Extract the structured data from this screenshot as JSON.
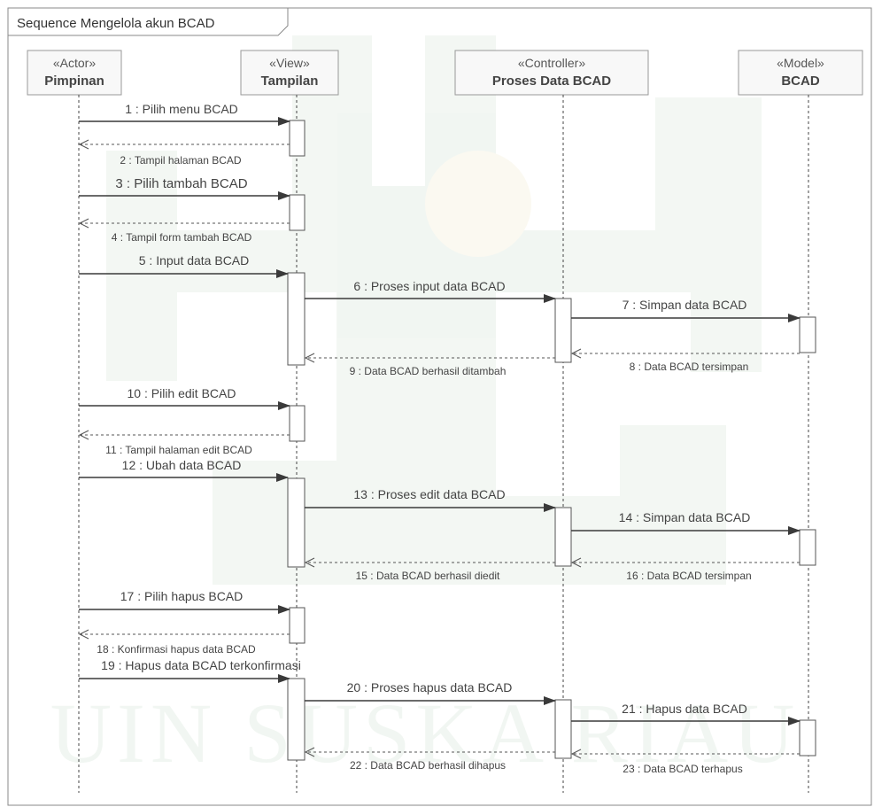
{
  "frame": {
    "title": "Sequence Mengelola akun BCAD"
  },
  "watermark": {
    "text": "UIN SUSKA RIAU"
  },
  "lifelines": [
    {
      "id": "pimpinan",
      "stereotype": "«Actor»",
      "name": "Pimpinan"
    },
    {
      "id": "tampilan",
      "stereotype": "«View»",
      "name": "Tampilan"
    },
    {
      "id": "proses",
      "stereotype": "«Controller»",
      "name": "Proses Data BCAD"
    },
    {
      "id": "bcad",
      "stereotype": "«Model»",
      "name": "BCAD"
    }
  ],
  "messages": [
    {
      "label": "1 : Pilih menu BCAD",
      "from": "pimpinan",
      "to": "tampilan",
      "kind": "call"
    },
    {
      "label": "2 : Tampil halaman BCAD",
      "from": "tampilan",
      "to": "pimpinan",
      "kind": "return"
    },
    {
      "label": "3 : Pilih tambah BCAD",
      "from": "pimpinan",
      "to": "tampilan",
      "kind": "call"
    },
    {
      "label": "4 : Tampil form tambah BCAD",
      "from": "tampilan",
      "to": "pimpinan",
      "kind": "return"
    },
    {
      "label": "5 : Input data BCAD",
      "from": "pimpinan",
      "to": "tampilan",
      "kind": "call"
    },
    {
      "label": "6 : Proses input data BCAD",
      "from": "tampilan",
      "to": "proses",
      "kind": "call"
    },
    {
      "label": "7 : Simpan data BCAD",
      "from": "proses",
      "to": "bcad",
      "kind": "call"
    },
    {
      "label": "8 : Data BCAD tersimpan",
      "from": "bcad",
      "to": "proses",
      "kind": "return"
    },
    {
      "label": "9 : Data BCAD berhasil ditambah",
      "from": "proses",
      "to": "tampilan",
      "kind": "return"
    },
    {
      "label": "10 : Pilih edit BCAD",
      "from": "pimpinan",
      "to": "tampilan",
      "kind": "call"
    },
    {
      "label": "11 : Tampil halaman edit BCAD",
      "from": "tampilan",
      "to": "pimpinan",
      "kind": "return"
    },
    {
      "label": "12 : Ubah data BCAD",
      "from": "pimpinan",
      "to": "tampilan",
      "kind": "call"
    },
    {
      "label": "13 : Proses edit data BCAD",
      "from": "tampilan",
      "to": "proses",
      "kind": "call"
    },
    {
      "label": "14 : Simpan data BCAD",
      "from": "proses",
      "to": "bcad",
      "kind": "call"
    },
    {
      "label": "15 : Data BCAD berhasil diedit",
      "from": "proses",
      "to": "tampilan",
      "kind": "return"
    },
    {
      "label": "16 : Data BCAD tersimpan",
      "from": "bcad",
      "to": "proses",
      "kind": "return"
    },
    {
      "label": "17 : Pilih hapus BCAD",
      "from": "pimpinan",
      "to": "tampilan",
      "kind": "call"
    },
    {
      "label": "18 : Konfirmasi hapus data BCAD",
      "from": "tampilan",
      "to": "pimpinan",
      "kind": "return"
    },
    {
      "label": "19 : Hapus data BCAD terkonfirmasi",
      "from": "pimpinan",
      "to": "tampilan",
      "kind": "call"
    },
    {
      "label": "20 : Proses hapus data BCAD",
      "from": "tampilan",
      "to": "proses",
      "kind": "call"
    },
    {
      "label": "21 : Hapus data BCAD",
      "from": "proses",
      "to": "bcad",
      "kind": "call"
    },
    {
      "label": "22 : Data BCAD berhasil dihapus",
      "from": "proses",
      "to": "tampilan",
      "kind": "return"
    },
    {
      "label": "23 : Data BCAD terhapus",
      "from": "bcad",
      "to": "proses",
      "kind": "return"
    }
  ]
}
